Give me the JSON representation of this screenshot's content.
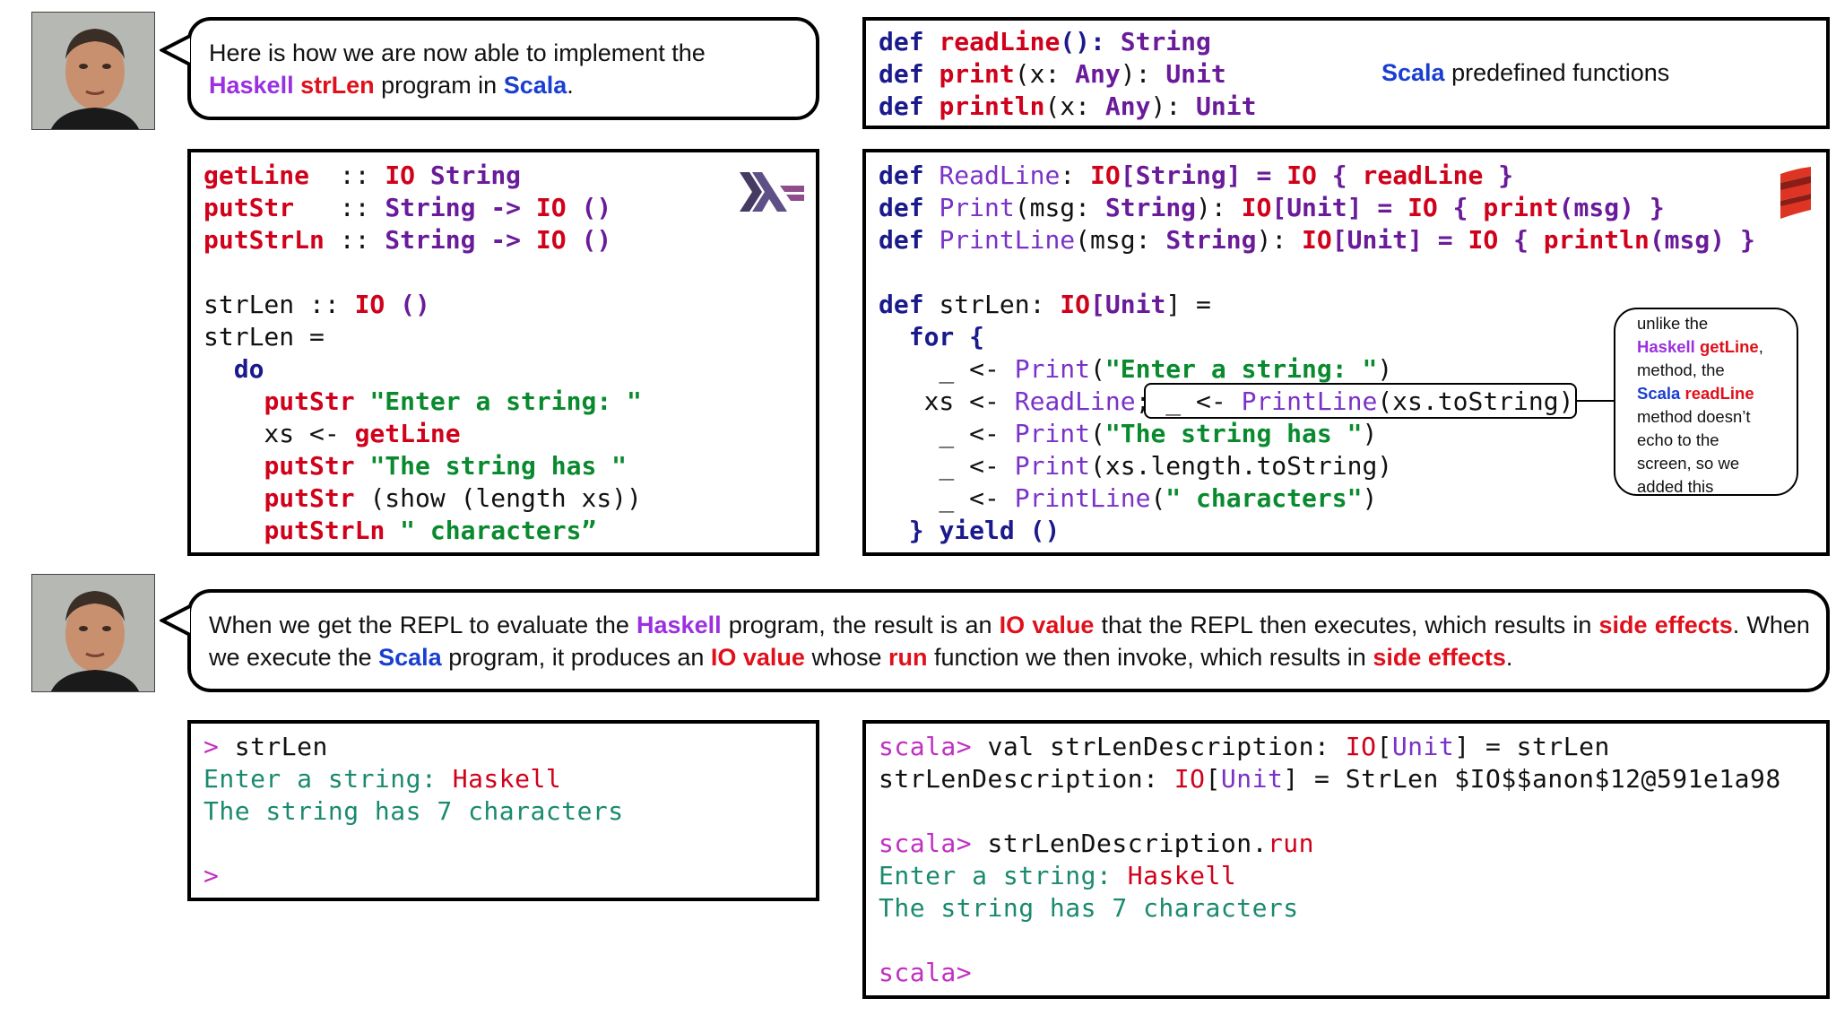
{
  "top_bubble": {
    "line1": "Here is how we are now able to implement the",
    "haskell": "Haskell",
    "strlen": "strLen",
    "program_in": "program in",
    "scala": "Scala",
    "period": "."
  },
  "predefined": {
    "sig1": {
      "def": "def",
      "name": "readLine",
      "rest1": "(): ",
      "type": "String"
    },
    "sig2": {
      "def": "def",
      "name": "print",
      "rest1": "(x: ",
      "type1": "Any",
      "rest2": "): ",
      "type2": "Unit"
    },
    "sig3": {
      "def": "def",
      "name": "println",
      "rest1": "(x: ",
      "type1": "Any",
      "rest2": "): ",
      "type2": "Unit"
    },
    "label_scala": "Scala",
    "label_rest": "predefined functions"
  },
  "haskell_code": {
    "l1": [
      "getLine",
      "  :: ",
      "IO",
      " ",
      "String"
    ],
    "l2": [
      "putStr",
      "   :: ",
      "String",
      " -> ",
      "IO",
      " ()"
    ],
    "l3": [
      "putStrLn",
      " :: ",
      "String",
      " -> ",
      "IO",
      " ()"
    ],
    "l5": [
      "strLen :: ",
      "IO",
      " ()"
    ],
    "l6": "strLen =",
    "l7": "  do",
    "l8": [
      "    ",
      "putStr",
      " ",
      "\"Enter a string: \""
    ],
    "l9": [
      "    xs <- ",
      "getLine"
    ],
    "l10": [
      "    ",
      "putStr",
      " ",
      "\"The string has \""
    ],
    "l11": [
      "    ",
      "putStr",
      " (show (length xs))"
    ],
    "l12": [
      "    ",
      "putStrLn",
      " ",
      "\" characters”"
    ]
  },
  "scala_code": {
    "l1": [
      "def ",
      "ReadLine",
      ": ",
      "IO",
      "[",
      "String",
      "] = ",
      "IO",
      " { ",
      "readLine",
      " }"
    ],
    "l2": [
      "def ",
      "Print",
      "(msg: ",
      "String",
      "): ",
      "IO",
      "[",
      "Unit",
      "] = ",
      "IO",
      " { ",
      "print",
      "(msg) }"
    ],
    "l3": [
      "def ",
      "PrintLine",
      "(msg: ",
      "String",
      "): ",
      "IO",
      "[",
      "Unit",
      "] = ",
      "IO",
      " { ",
      "println",
      "(msg) }"
    ],
    "l5": [
      "def ",
      "strLen: ",
      "IO",
      "[",
      "Unit",
      "] ="
    ],
    "l6": [
      "  ",
      "for",
      " {"
    ],
    "l7": [
      "    _ <- ",
      "Print",
      "(",
      "\"Enter a string: \"",
      ")"
    ],
    "l8": [
      "   xs <- ",
      "ReadLine",
      "; _ <- ",
      "PrintLine",
      "(xs.toString)"
    ],
    "l9": [
      "    _ <- ",
      "Print",
      "(",
      "\"The string has \"",
      ")"
    ],
    "l10": [
      "    _ <- ",
      "Print",
      "(xs.length.toString)"
    ],
    "l11": [
      "    _ <- ",
      "PrintLine",
      "(",
      "\" characters\"",
      ")"
    ],
    "l12": [
      "  } ",
      "yield",
      " ()"
    ]
  },
  "callout": {
    "l1": "unlike the",
    "l2_a": "Haskell",
    "l2_b": "getLine",
    "l2_c": ",",
    "l3": "method, the",
    "l4_a": "Scala",
    "l4_b": "readLine",
    "l5": "method doesn’t",
    "l6": "echo to the",
    "l7": "screen, so we",
    "l8": "added this"
  },
  "bottom_bubble": {
    "t1": "When we get the REPL to evaluate the",
    "haskell": "Haskell",
    "t2": "program, the result is an",
    "io1": "IO value",
    "t3": "that the REPL then executes, which results in",
    "se1": "side effects",
    "t4": ". When we execute the",
    "scala": "Scala",
    "t5": "program, it produces an",
    "io2": "IO value",
    "t6": "whose",
    "run": "run",
    "t7": "function we then invoke, which results in",
    "se2": "side effects",
    "t8": "."
  },
  "haskell_repl": {
    "prompt": ">",
    "cmd": " strLen",
    "out1a": "Enter a string: ",
    "out1b": "Haskell",
    "out2": "The string has 7 characters",
    "prompt2": ">"
  },
  "scala_repl": {
    "p1": "scala>",
    "c1a": " val strLenDescription: ",
    "c1b": "IO",
    "c1c": "[",
    "c1d": "Unit",
    "c1e": "] = strLen",
    "r1a": "strLenDescription: ",
    "r1b": "IO",
    "r1c": "[",
    "r1d": "Unit",
    "r1e": "] = StrLen $IO$$anon$12@591e1a98",
    "p2": "scala>",
    "c2a": " strLenDescription.",
    "c2b": "run",
    "o1a": "Enter a string: ",
    "o1b": "Haskell",
    "o2": "The string has 7 characters",
    "p3": "scala>"
  },
  "colors": {
    "keyword": "#1a1a8c",
    "function": "#d0021b",
    "type": "#6a1b9a",
    "string": "#0a8a2e",
    "scala_name": "#7a32c8",
    "haskell_logo": "#5e2d91",
    "scala_logo": "#de3423"
  },
  "icons": {
    "haskell_logo": "haskell-logo-icon",
    "scala_logo": "scala-logo-icon",
    "avatar": "presenter-photo"
  }
}
